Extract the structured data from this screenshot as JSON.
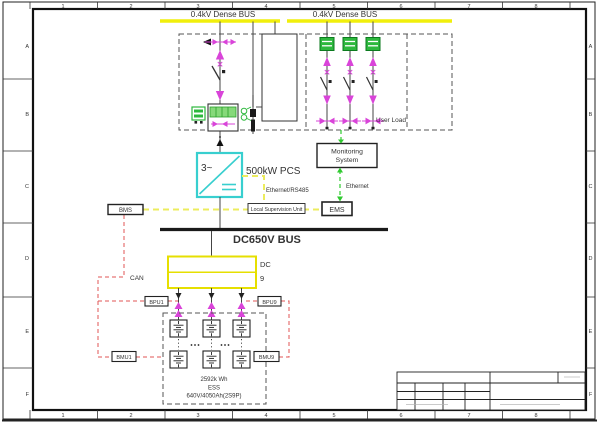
{
  "drawing": {
    "frame": {
      "columns": [
        "1",
        "2",
        "3",
        "4",
        "5",
        "6",
        "7",
        "8"
      ],
      "rows": [
        "A",
        "B",
        "C",
        "D",
        "E",
        "F"
      ]
    },
    "ac": {
      "bus_left": "0.4kV  Dense BUS",
      "bus_right": "0.4kV  Dense BUS",
      "user_load": "User Load"
    },
    "pcs": {
      "label": "500kW PCS",
      "symbol": "3~"
    },
    "dc": {
      "bus_label": "DC650V BUS",
      "cabinet_line1": "DC",
      "cabinet_line2": "9"
    },
    "comm": {
      "bms": "BMS",
      "ems": "EMS",
      "lsu": "Local Supervision Unit",
      "monitoring1": "Monitoring",
      "monitoring2": "System",
      "ethernet": "Ethernet",
      "ethernet_rs485": "Ethernet/RS485",
      "can": "CAN"
    },
    "battery": {
      "bpu_left": "BPU1",
      "bpu_right": "BPU9",
      "bmu_left": "BMU1",
      "bmu_right": "BMU9",
      "ess1": "2592k Wh",
      "ess2": "ESS",
      "ess3": "640V/4050Ah(2S9P)"
    },
    "colors": {
      "bus_yellow": "#f1ef0b",
      "label_green": "#00a651",
      "symbol_magenta": "#d944d9",
      "pcs_cyan": "#38cfcf",
      "dc_red": "#d9534f",
      "comm_yellow": "#ecec5e",
      "ethernet_green": "#2fca2f",
      "link_red": "#e05555"
    }
  }
}
